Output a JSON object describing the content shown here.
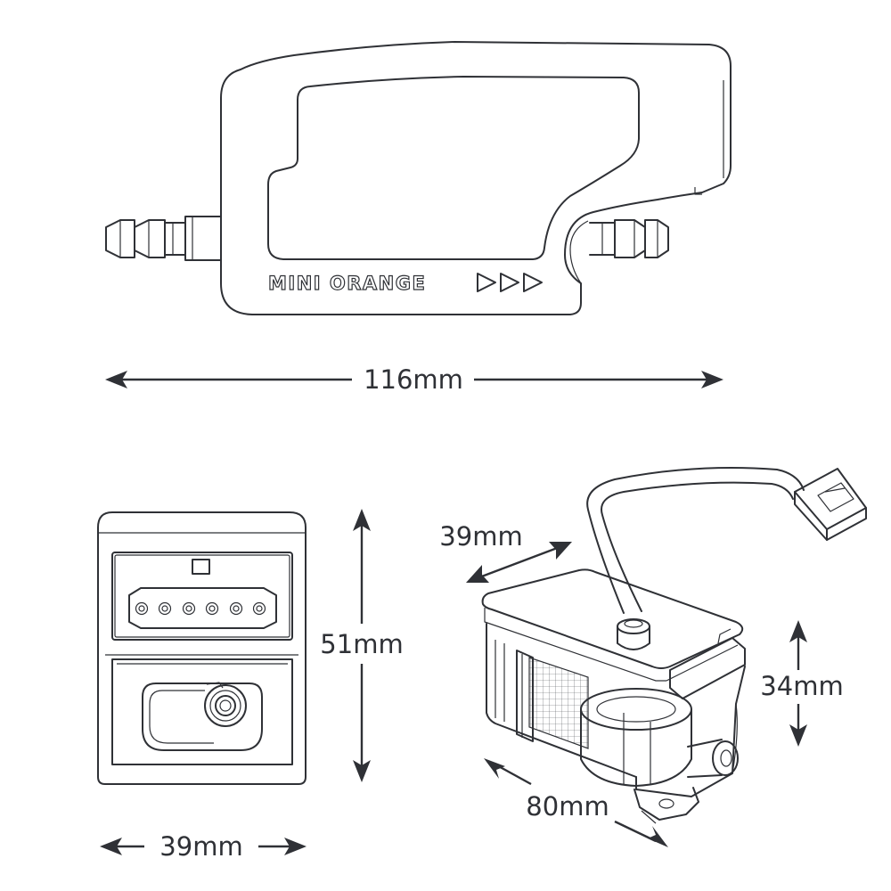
{
  "brand_label": "MINI ORANGE",
  "dimensions": {
    "top_length": "116mm",
    "front_width": "39mm",
    "front_height": "51mm",
    "iso_depth": "39mm",
    "iso_height": "34mm",
    "iso_length": "80mm"
  },
  "colors": {
    "line": "#2f3136",
    "background": "#ffffff"
  }
}
